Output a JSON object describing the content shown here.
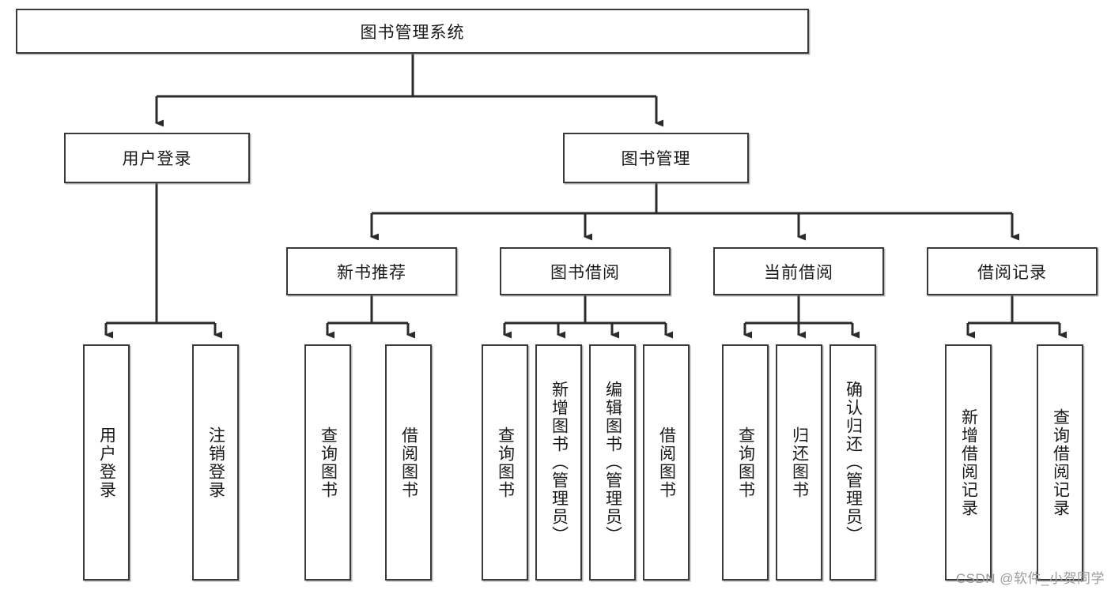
{
  "diagram": {
    "title": "图书管理系统",
    "type": "tree-hierarchy-chart",
    "root": {
      "label": "图书管理系统"
    },
    "level2": [
      {
        "label": "用户登录"
      },
      {
        "label": "图书管理"
      }
    ],
    "level3": [
      {
        "label": "新书推荐"
      },
      {
        "label": "图书借阅"
      },
      {
        "label": "当前借阅"
      },
      {
        "label": "借阅记录"
      }
    ],
    "leaves": {
      "user_login": [
        {
          "label": "用户登录"
        },
        {
          "label": "注销登录"
        }
      ],
      "new_book_recommend": [
        {
          "label": "查询图书"
        },
        {
          "label": "借阅图书"
        }
      ],
      "book_borrow": [
        {
          "label": "查询图书"
        },
        {
          "label": "新增图书（管理员）"
        },
        {
          "label": "编辑图书（管理员）"
        },
        {
          "label": "借阅图书"
        }
      ],
      "current_borrow": [
        {
          "label": "查询图书"
        },
        {
          "label": "归还图书"
        },
        {
          "label": "确认归还（管理员）"
        }
      ],
      "borrow_record": [
        {
          "label": "新增借阅记录"
        },
        {
          "label": "查询借阅记录"
        }
      ]
    }
  },
  "watermark": {
    "text": "CSDN @软件_小贺同学"
  },
  "colors": {
    "box_border": "#3a3a3a",
    "box_fill": "#ffffff",
    "line": "#2b2b2b",
    "text": "#1a1a1a",
    "watermark": "#9a9a9a"
  }
}
